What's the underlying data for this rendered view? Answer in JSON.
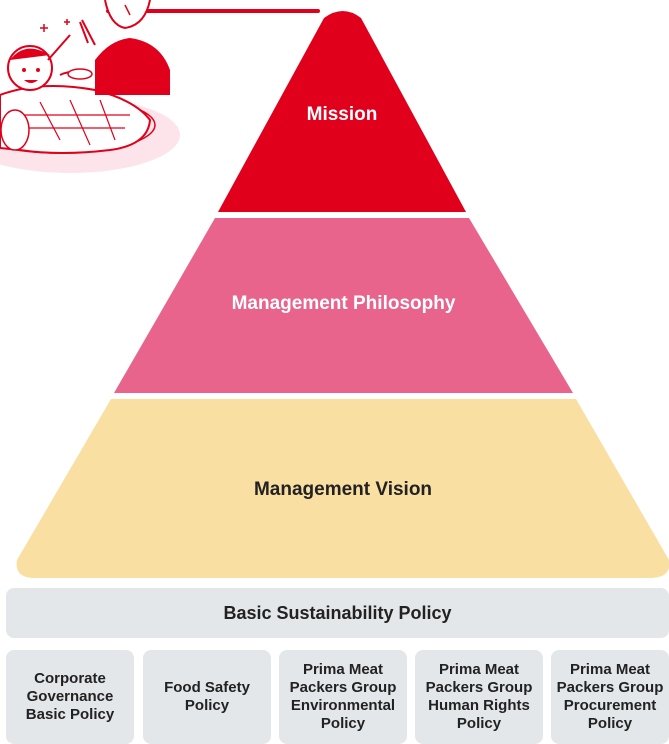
{
  "pyramid": {
    "top_label": "Mission",
    "middle_label": "Management Philosophy",
    "bottom_label": "Management Vision"
  },
  "sustainability": {
    "title": "Basic Sustainability Policy"
  },
  "policies": [
    {
      "label": "Corporate Governance Basic Policy"
    },
    {
      "label": "Food Safety Policy"
    },
    {
      "label": "Prima Meat Packers Group Environmental Policy"
    },
    {
      "label": "Prima Meat Packers Group Human Rights Policy"
    },
    {
      "label": "Prima Meat Packers Group Procurement Policy"
    }
  ],
  "colors": {
    "mission": "#e0001b",
    "philosophy": "#e8648c",
    "vision": "#fadfa3",
    "policy_bg": "#e4e7ea",
    "text_dark": "#222222"
  },
  "illustration": {
    "icon": "family-eating-steak-illustration"
  }
}
